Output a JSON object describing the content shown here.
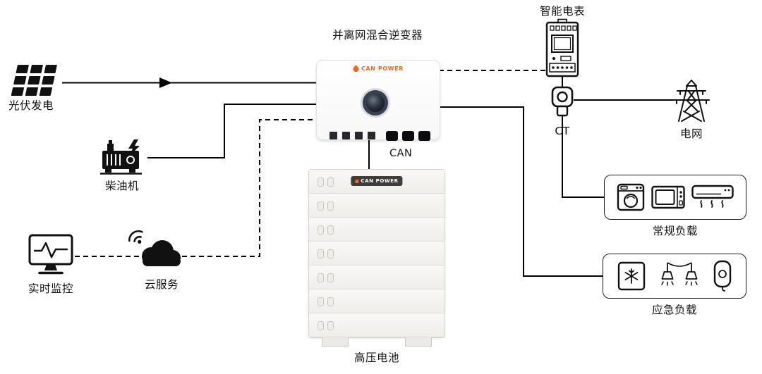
{
  "labels": {
    "inverter_title": "并离网混合逆变器",
    "meter": "智能电表",
    "ct": "CT",
    "grid": "电网",
    "pv": "光伏发电",
    "diesel": "柴油机",
    "monitor": "实时监控",
    "cloud": "云服务",
    "battery": "高压电池",
    "regular_loads": "常规负载",
    "emergency_loads": "应急负载",
    "can": "CAN"
  },
  "brand": {
    "name": "CAN POWER"
  },
  "colors": {
    "accent": "#f0681f",
    "line": "#000000"
  }
}
